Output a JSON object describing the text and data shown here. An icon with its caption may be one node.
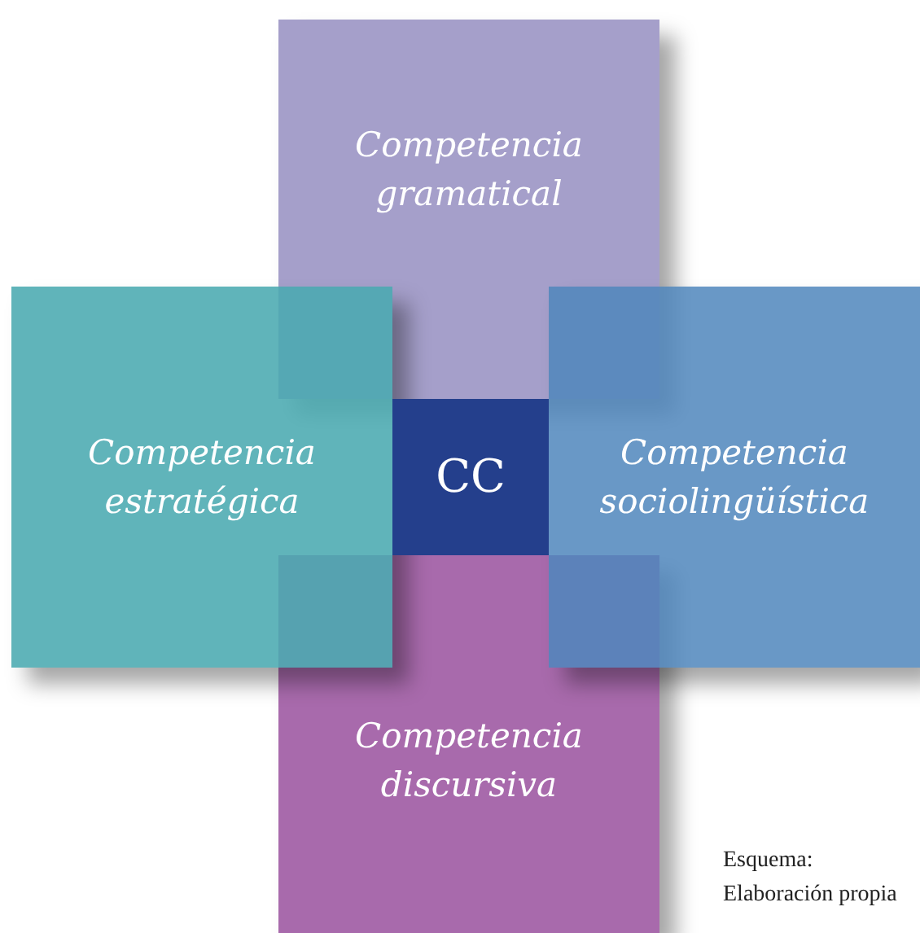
{
  "diagram": {
    "caption": "Esquema: Elaboración propia",
    "nodes": [
      {
        "text": [
          "Competencia gramatical"
        ]
      },
      {
        "text": [
          "Competencia estratégica"
        ]
      },
      {
        "text": [
          "CC"
        ]
      },
      {
        "text": [
          "Competencia sociolingüística"
        ]
      },
      {
        "text": [
          "Competencia discursiva"
        ]
      }
    ],
    "edges": []
  }
}
